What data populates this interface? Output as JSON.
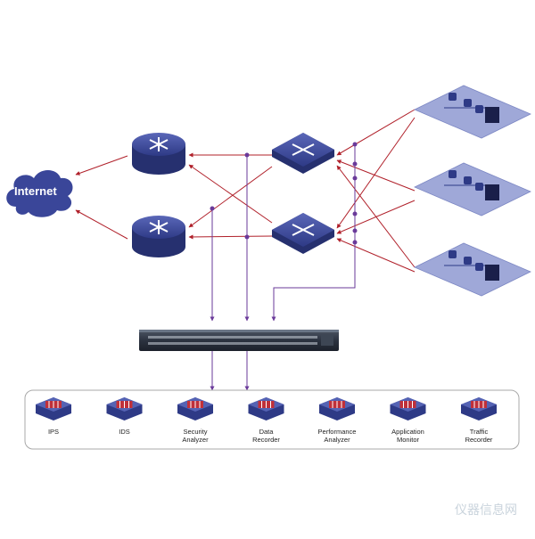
{
  "cloud": {
    "label": "Internet"
  },
  "appliances": [
    {
      "id": "ips",
      "label": [
        "IPS"
      ]
    },
    {
      "id": "ids",
      "label": [
        "IDS"
      ]
    },
    {
      "id": "security-analyzer",
      "label": [
        "Security",
        "Analyzer"
      ]
    },
    {
      "id": "data-recorder",
      "label": [
        "Data",
        "Recorder"
      ]
    },
    {
      "id": "performance-analyzer",
      "label": [
        "Performance",
        "Analyzer"
      ]
    },
    {
      "id": "application-monitor",
      "label": [
        "Application",
        "Monitor"
      ]
    },
    {
      "id": "traffic-recorder",
      "label": [
        "Traffic",
        "Recorder"
      ]
    }
  ],
  "watermark": "仪器信息网",
  "colors": {
    "traffic": "#b0202a",
    "tap": "#6a3a9a",
    "device": "#2e3a86",
    "panel": "#9fa8d8"
  }
}
